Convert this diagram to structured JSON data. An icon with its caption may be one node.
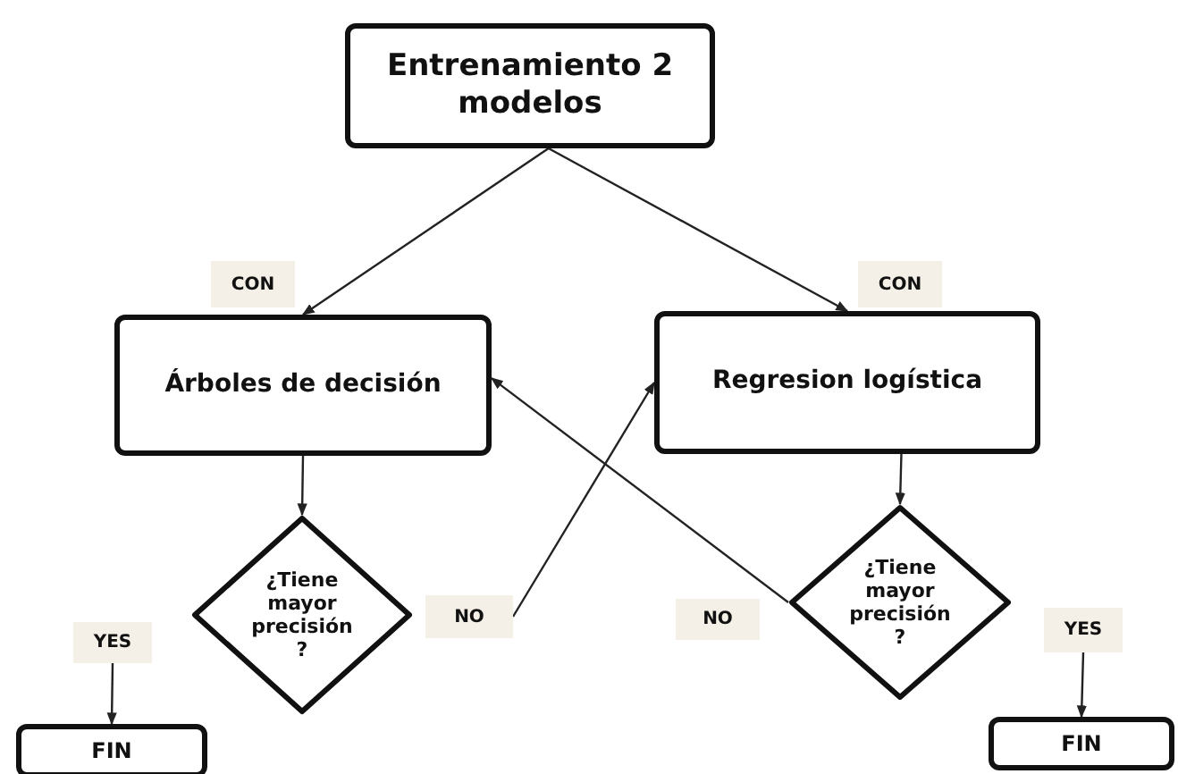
{
  "diagram": {
    "nodes": [
      {
        "text": [
          "Entrenamiento 2 modelos"
        ]
      },
      {
        "text": [
          "CON"
        ]
      },
      {
        "text": [
          "CON"
        ]
      },
      {
        "text": [
          "Árboles de decisión"
        ]
      },
      {
        "text": [
          "Regresion logística"
        ]
      },
      {
        "text": [
          "¿Tiene mayor precisión ?"
        ]
      },
      {
        "text": [
          "NO"
        ]
      },
      {
        "text": [
          "NO"
        ]
      },
      {
        "text": [
          "¿Tiene mayor precisión ?"
        ]
      },
      {
        "text": [
          "YES"
        ]
      },
      {
        "text": [
          "YES"
        ]
      },
      {
        "text": [
          "FIN"
        ]
      },
      {
        "text": [
          "FIN"
        ]
      }
    ],
    "edges": [
      {
        "from": 0,
        "to": 3,
        "arrow": "to"
      },
      {
        "from": 0,
        "to": 4,
        "arrow": "to"
      },
      {
        "from": 3,
        "to": 5,
        "arrow": "to"
      },
      {
        "from": 4,
        "to": 8,
        "arrow": "to"
      },
      {
        "from": 6,
        "to": 4,
        "arrow": "to"
      },
      {
        "from": 8,
        "to": 3,
        "arrow": "to"
      },
      {
        "from": 9,
        "to": 11,
        "arrow": "to"
      },
      {
        "from": 10,
        "to": 12,
        "arrow": "to"
      }
    ]
  }
}
